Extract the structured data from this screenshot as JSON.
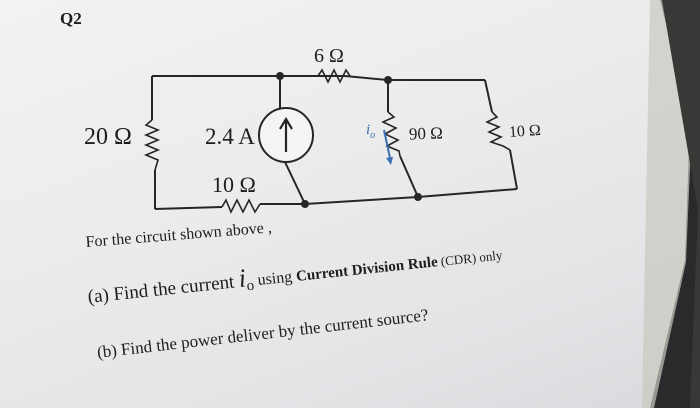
{
  "question": "Q2",
  "components": {
    "r6": "6 Ω",
    "r20": "20 Ω",
    "source": "2.4 A",
    "r10_bottom": "10 Ω",
    "io_label": "i",
    "io_sub": "o",
    "r90": "90 Ω",
    "r10_right": "10 Ω"
  },
  "text": {
    "intro": "For the circuit shown above ,",
    "a_prefix": "(a) Find the current ",
    "a_var": "i",
    "a_sub": "o",
    "a_middle": " using ",
    "a_bold": "Current Division Rule",
    "a_suffix": " (CDR) only",
    "b": "(b) Find the power deliver by the current source?"
  }
}
